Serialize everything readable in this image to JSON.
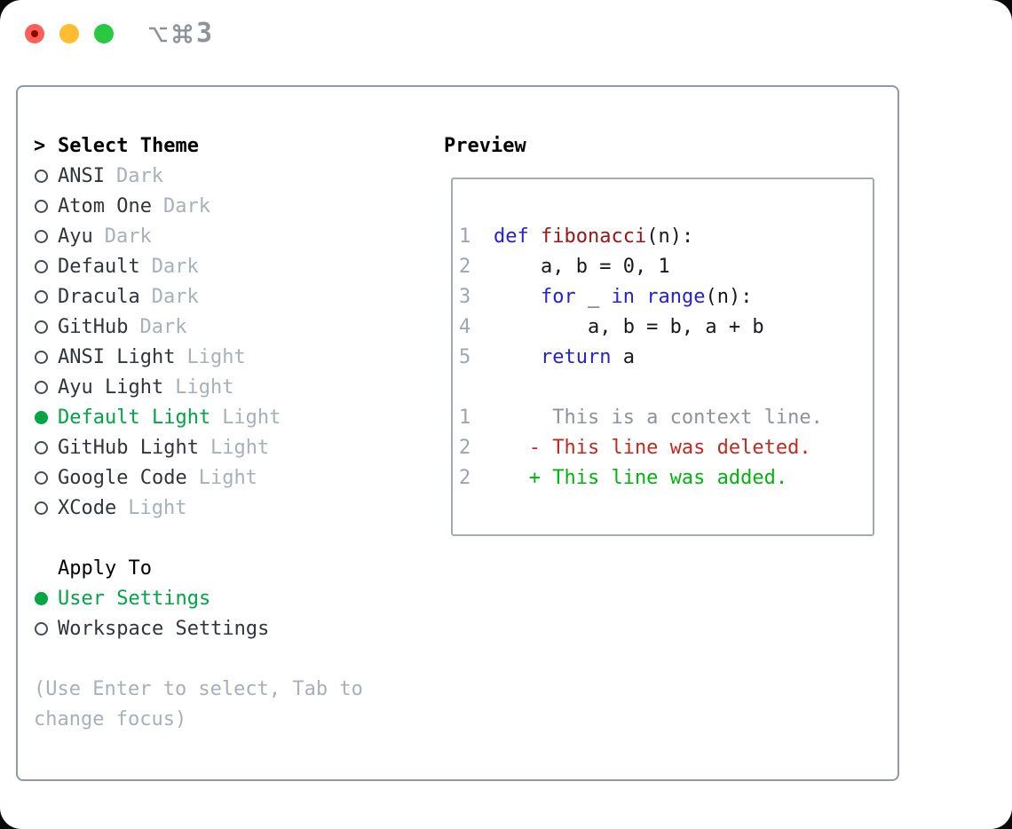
{
  "window": {
    "title": "⌥⌘3",
    "title_digit": "3"
  },
  "titlebar": {
    "buttons": [
      {
        "name": "close",
        "color": "#ff5f57",
        "dot_color": "#870a03"
      },
      {
        "name": "minimize",
        "color": "#febc2e"
      },
      {
        "name": "zoom",
        "color": "#28c840"
      }
    ]
  },
  "colors": {
    "selected_green": "#00a544",
    "added_green": "#00b60d",
    "deleted_red": "#c5291d",
    "keyword_blue": "#2121e0",
    "function_red": "#a01414",
    "context_gray": "#8d939c",
    "line_number_gray": "#9ba5b4",
    "muted_gray": "#a7b0bd",
    "text_dark": "#30353d",
    "border_gray": "#8f99a7"
  },
  "theme_panel": {
    "header": {
      "prefix": ">",
      "label": "Select Theme"
    },
    "themes": [
      {
        "name": "ANSI",
        "variant": "Dark",
        "selected": false
      },
      {
        "name": "Atom One",
        "variant": "Dark",
        "selected": false
      },
      {
        "name": "Ayu",
        "variant": "Dark",
        "selected": false
      },
      {
        "name": "Default",
        "variant": "Dark",
        "selected": false
      },
      {
        "name": "Dracula",
        "variant": "Dark",
        "selected": false
      },
      {
        "name": "GitHub",
        "variant": "Dark",
        "selected": false
      },
      {
        "name": "ANSI Light",
        "variant": "Light",
        "selected": false
      },
      {
        "name": "Ayu Light",
        "variant": "Light",
        "selected": false
      },
      {
        "name": "Default Light",
        "variant": "Light",
        "selected": true
      },
      {
        "name": "GitHub Light",
        "variant": "Light",
        "selected": false
      },
      {
        "name": "Google Code",
        "variant": "Light",
        "selected": false
      },
      {
        "name": "XCode",
        "variant": "Light",
        "selected": false
      }
    ],
    "apply_to": {
      "label": "Apply To",
      "options": [
        {
          "name": "User Settings",
          "selected": true
        },
        {
          "name": "Workspace Settings",
          "selected": false
        }
      ]
    },
    "hint": "(Use Enter to select, Tab to change focus)"
  },
  "preview": {
    "label": "Preview",
    "lines": [
      {
        "num": "1",
        "parts": [
          {
            "t": "def",
            "s": "kw"
          },
          {
            "t": " ",
            "s": "pl"
          },
          {
            "t": "fibonacci",
            "s": "fn"
          },
          {
            "t": "(n):",
            "s": "pl"
          }
        ]
      },
      {
        "num": "2",
        "parts": [
          {
            "t": "    a, b = 0, 1",
            "s": "pl"
          }
        ]
      },
      {
        "num": "3",
        "parts": [
          {
            "t": "    ",
            "s": "pl"
          },
          {
            "t": "for",
            "s": "kw"
          },
          {
            "t": " _ ",
            "s": "pl"
          },
          {
            "t": "in",
            "s": "kw"
          },
          {
            "t": " ",
            "s": "pl"
          },
          {
            "t": "range",
            "s": "kw"
          },
          {
            "t": "(n):",
            "s": "pl"
          }
        ]
      },
      {
        "num": "4",
        "parts": [
          {
            "t": "        a, b = b, a + b",
            "s": "pl"
          }
        ]
      },
      {
        "num": "5",
        "parts": [
          {
            "t": "    ",
            "s": "pl"
          },
          {
            "t": "return",
            "s": "kw"
          },
          {
            "t": " a",
            "s": "pl"
          }
        ]
      },
      {
        "num": "",
        "parts": []
      },
      {
        "num": "1",
        "parts": [
          {
            "t": "     This is a context line.",
            "s": "ctx"
          }
        ]
      },
      {
        "num": "2",
        "parts": [
          {
            "t": "   - This line was deleted.",
            "s": "del"
          }
        ]
      },
      {
        "num": "2",
        "parts": [
          {
            "t": "   + This line was added.",
            "s": "add"
          }
        ]
      }
    ]
  }
}
